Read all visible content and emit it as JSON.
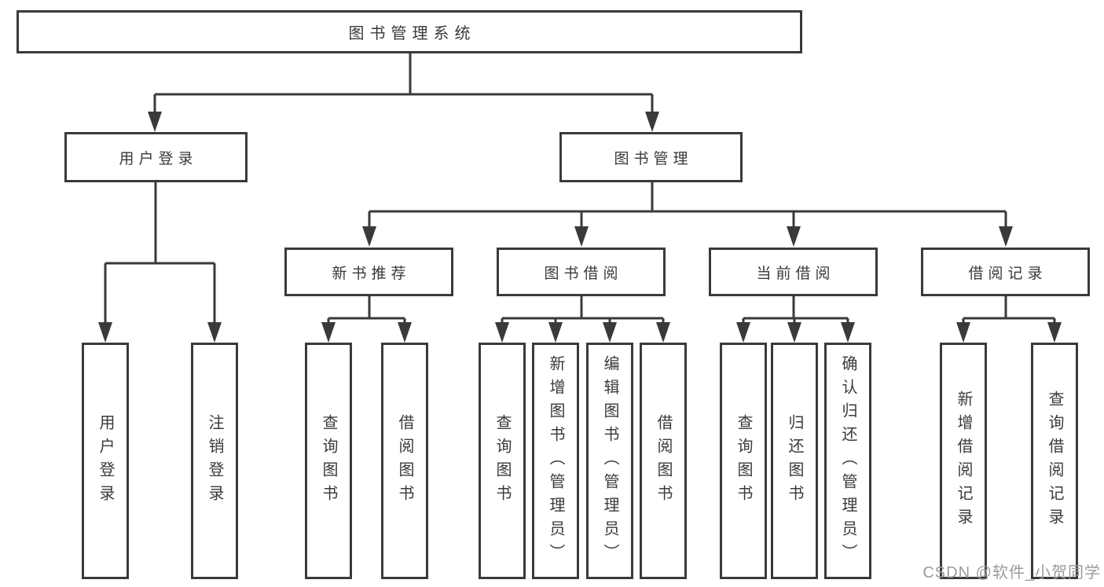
{
  "diagram": {
    "root": {
      "label": "图书管理系统"
    },
    "branches": [
      {
        "label": "用户登录",
        "children": [
          {
            "label": "用户登录"
          },
          {
            "label": "注销登录"
          }
        ]
      },
      {
        "label": "图书管理",
        "children": [
          {
            "label": "新书推荐",
            "children": [
              {
                "label": "查询图书"
              },
              {
                "label": "借阅图书"
              }
            ]
          },
          {
            "label": "图书借阅",
            "children": [
              {
                "label": "查询图书"
              },
              {
                "label": "新增图书（管理员）"
              },
              {
                "label": "编辑图书（管理员）"
              },
              {
                "label": "借阅图书"
              }
            ]
          },
          {
            "label": "当前借阅",
            "children": [
              {
                "label": "查询图书"
              },
              {
                "label": "归还图书"
              },
              {
                "label": "确认归还（管理员）"
              }
            ]
          },
          {
            "label": "借阅记录",
            "children": [
              {
                "label": "新增借阅记录"
              },
              {
                "label": "查询借阅记录"
              }
            ]
          }
        ]
      }
    ]
  },
  "watermark": {
    "text": "CSDN @软件_小贺同学"
  },
  "colors": {
    "line": "#3a3a3a",
    "text": "#3a3a3a",
    "watermark_text": "#9b9b9b",
    "background": "#ffffff"
  }
}
